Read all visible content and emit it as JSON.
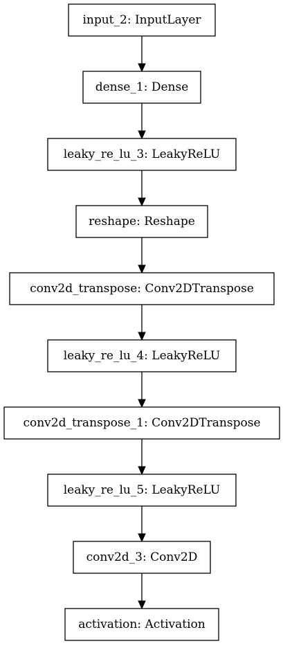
{
  "diagram": {
    "layers": [
      "input_2: InputLayer",
      "dense_1: Dense",
      "leaky_re_lu_3: LeakyReLU",
      "reshape: Reshape",
      "conv2d_transpose: Conv2DTranspose",
      "leaky_re_lu_4: LeakyReLU",
      "conv2d_transpose_1: Conv2DTranspose",
      "leaky_re_lu_5: LeakyReLU",
      "conv2d_3: Conv2D",
      "activation: Activation"
    ]
  }
}
